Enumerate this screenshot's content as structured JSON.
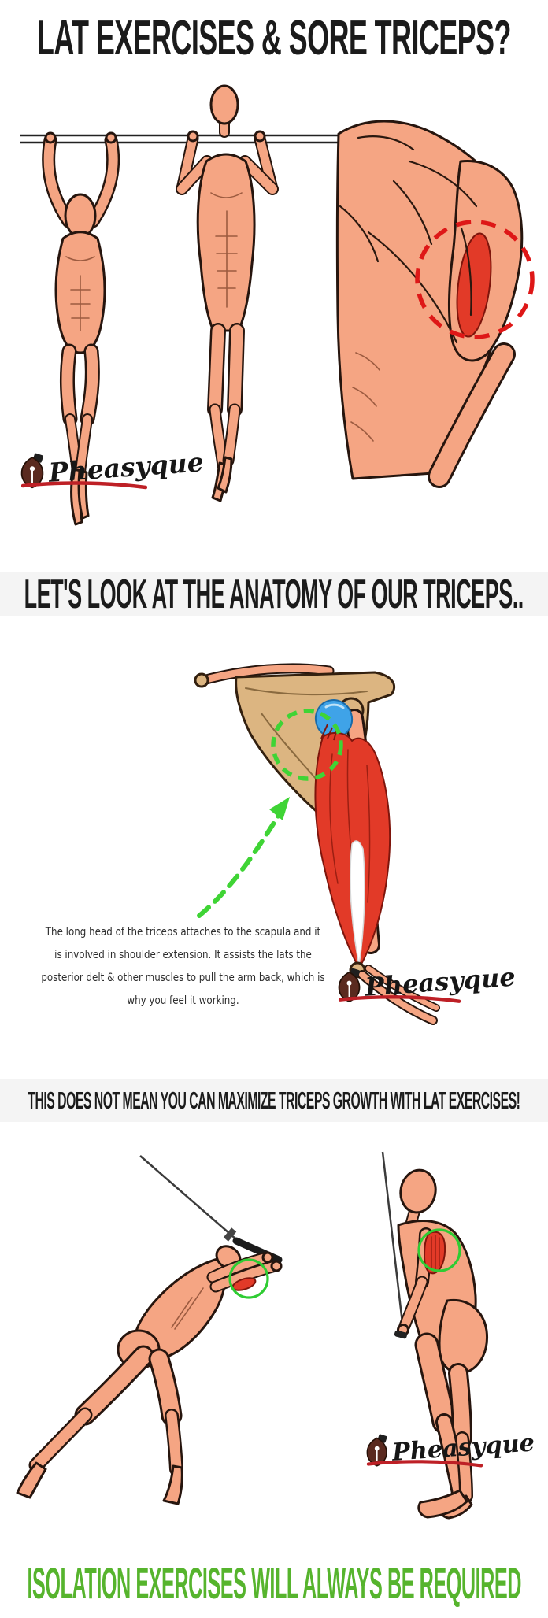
{
  "header": {
    "title": "LAT EXERCISES & SORE TRICEPS?"
  },
  "anatomy_section": {
    "heading": "LET'S LOOK AT THE ANATOMY OF OUR TRICEPS..",
    "note_lines": [
      "The long head of the triceps attaches to the scapula and it",
      "is involved in shoulder extension. It assists the lats the",
      "posterior delt & other muscles to pull the arm back, which is",
      "why you feel it working."
    ]
  },
  "growth_section": {
    "heading": "THIS DOES NOT MEAN YOU CAN MAXIMIZE TRICEPS GROWTH WITH LAT EXERCISES!"
  },
  "footer": {
    "heading": "ISOLATION EXERCISES WILL ALWAYS BE REQUIRED"
  },
  "branding": {
    "watermark": "Pheasyque"
  },
  "icons": {
    "logo_icon": "pen-nib-icon",
    "highlight_left": "red-dashed-circle-icon",
    "highlight_anatomy": "green-dashed-circle-icon",
    "pointer": "green-dashed-arrow-icon"
  },
  "colors": {
    "headline_black": "#1b1b1b",
    "footer_green": "#56B42D",
    "highlight_green": "#3FD435",
    "highlight_red_dashed": "#DE1717",
    "muscle_red": "#E23A28",
    "skin": "#F5A583",
    "bone_tan": "#DCB581",
    "cartilage_blue": "#3FA3E8",
    "section_strip_gray": "#F4F4F4",
    "logo_underline_red": "#BE2026"
  }
}
